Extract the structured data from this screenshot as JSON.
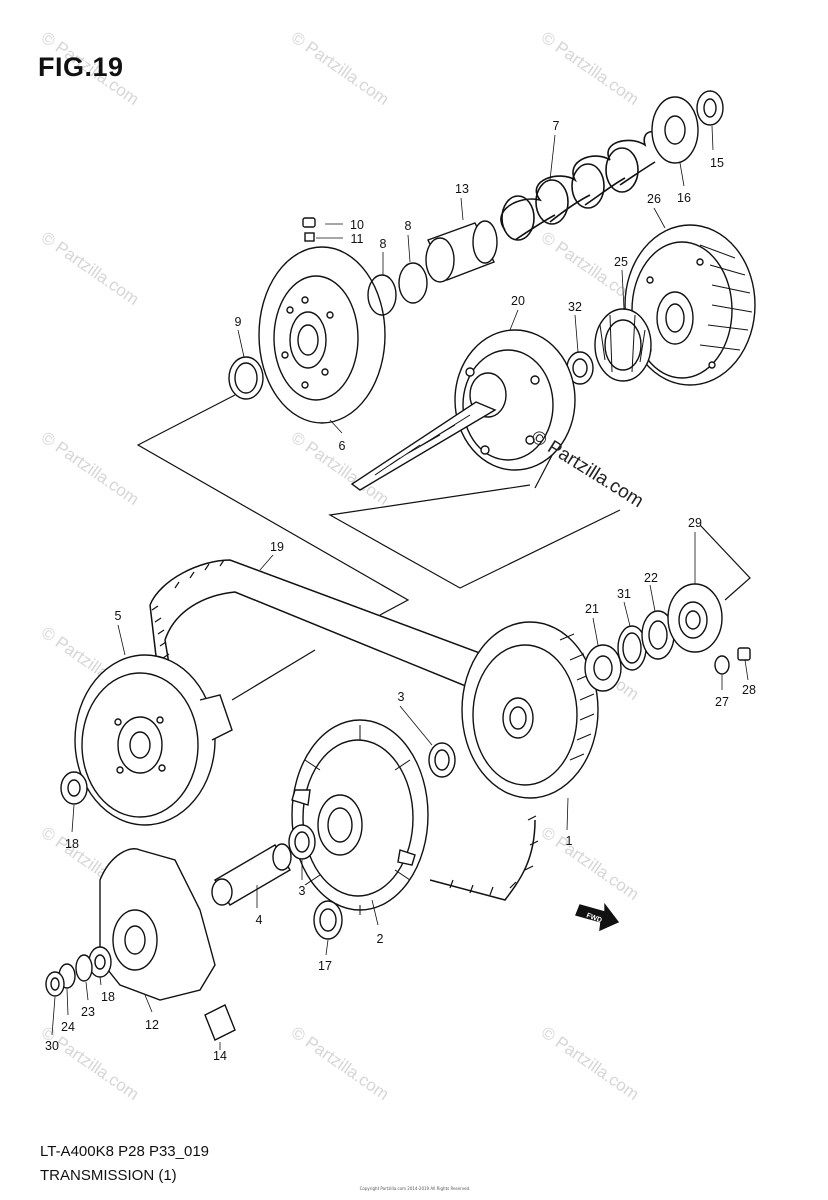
{
  "figure_title": "FIG.19",
  "diagram_code": "LT-A400K8 P28 P33_019",
  "diagram_name": "TRANSMISSION (1)",
  "copyright_text": "Copyright Partzilla.com 2014-2019 All Rights Reserved.",
  "watermark_text": "© Partzilla.com",
  "center_watermark_text": "© Partzilla.com",
  "fwd_label": "FWD",
  "callouts": {
    "c1": "1",
    "c2": "2",
    "c3a": "3",
    "c3b": "3",
    "c4": "4",
    "c5": "5",
    "c6": "6",
    "c7": "7",
    "c8a": "8",
    "c8b": "8",
    "c9": "9",
    "c10": "10",
    "c11": "11",
    "c12": "12",
    "c13": "13",
    "c14": "14",
    "c15": "15",
    "c16": "16",
    "c17": "17",
    "c18a": "18",
    "c18b": "18",
    "c19": "19",
    "c20": "20",
    "c21": "21",
    "c22": "22",
    "c23": "23",
    "c24": "24",
    "c25": "25",
    "c26": "26",
    "c27": "27",
    "c28": "28",
    "c29": "29",
    "c30": "30",
    "c31": "31",
    "c32": "32"
  },
  "colors": {
    "line": "#111111",
    "watermark": "#d6d6d6",
    "center_watermark": "#222222"
  }
}
